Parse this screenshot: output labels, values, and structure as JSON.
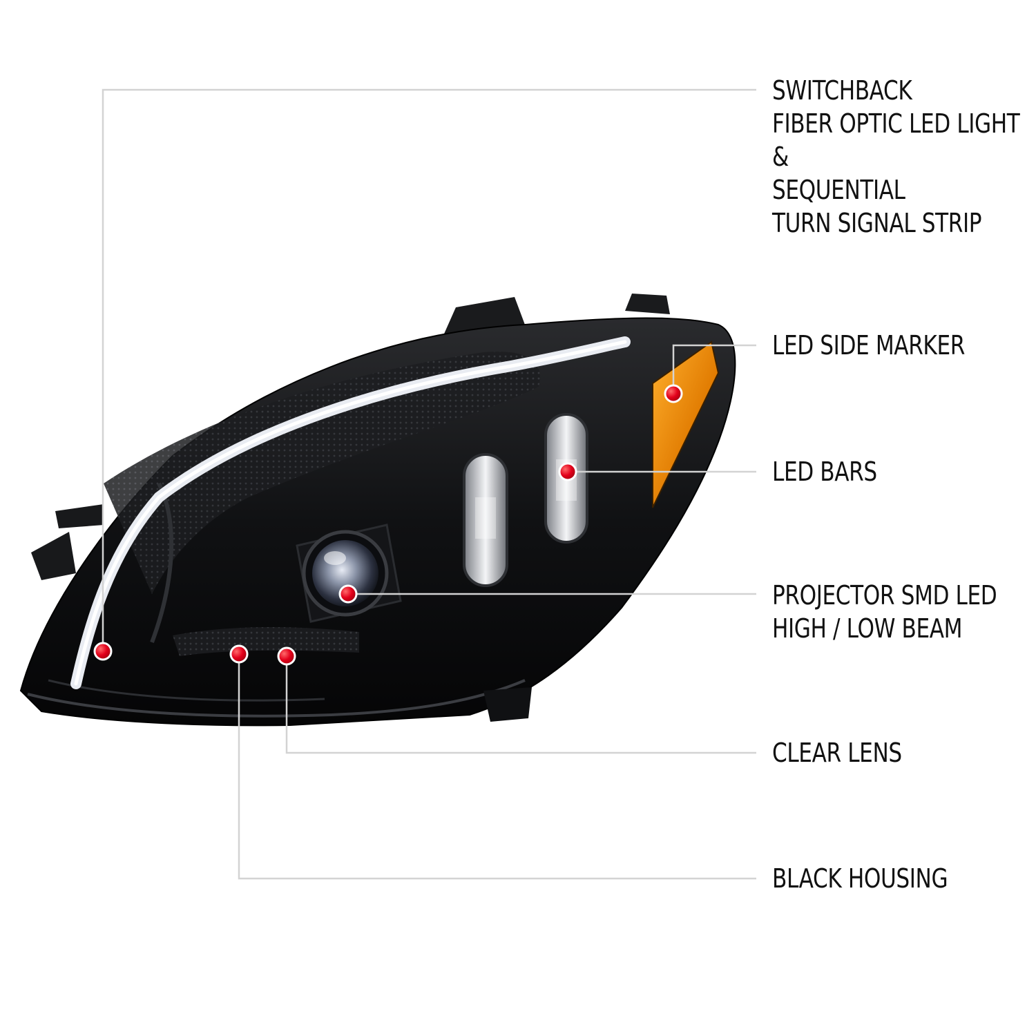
{
  "colors": {
    "background": "#ffffff",
    "leader_line": "#d3d3d3",
    "marker_red": "#e3001b",
    "housing_black": "#0b0b0c",
    "amber_lens": "#f08a00",
    "led_strip": "#e9ecf2",
    "label_text": "#111111"
  },
  "callouts": [
    {
      "id": "fiber-optic",
      "lines": [
        "SWITCHBACK",
        "FIBER OPTIC LED LIGHT",
        "&",
        "SEQUENTIAL",
        "TURN SIGNAL STRIP"
      ]
    },
    {
      "id": "side-marker",
      "lines": [
        "LED SIDE MARKER"
      ]
    },
    {
      "id": "led-bars",
      "lines": [
        "LED BARS"
      ]
    },
    {
      "id": "projector",
      "lines": [
        "PROJECTOR SMD LED",
        "HIGH / LOW BEAM"
      ]
    },
    {
      "id": "clear-lens",
      "lines": [
        "CLEAR LENS"
      ]
    },
    {
      "id": "black-housing",
      "lines": [
        "BLACK HOUSING"
      ]
    }
  ]
}
